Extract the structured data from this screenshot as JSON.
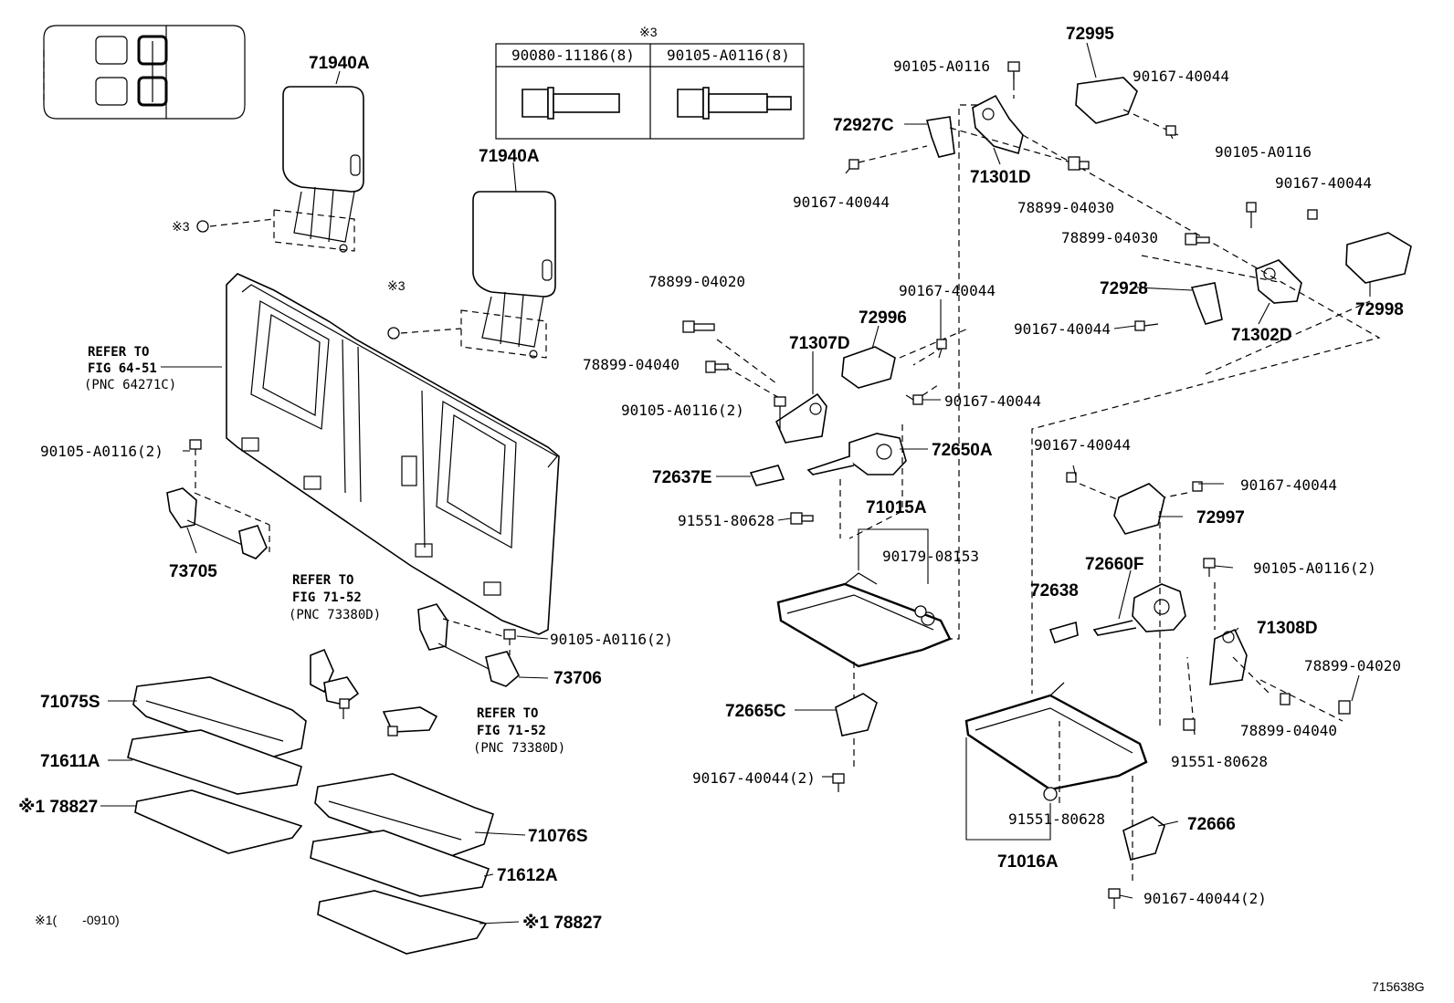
{
  "diagram_id": "715638G",
  "inset_table": {
    "mark": "※3",
    "col1": "90080-11186(8)",
    "col2": "90105-A0116(8)"
  },
  "notes": {
    "footnote": "※1(　　-0910)",
    "mark3": "※3"
  },
  "refer": {
    "a_line1": "REFER TO",
    "a_line2": "FIG 64-51",
    "a_line3": "(PNC 64271C)",
    "b_line1": "REFER TO",
    "b_line2": "FIG 71-52",
    "b_line3": "(PNC 73380D)",
    "c_line1": "REFER TO",
    "c_line2": "FIG 71-52",
    "c_line3": "(PNC 73380D)"
  },
  "parts": {
    "p71940A_a": "71940A",
    "p71940A_b": "71940A",
    "b90105_2a": "90105-A0116(2)",
    "p73705": "73705",
    "b90105_2b": "90105-A0116(2)",
    "p73706": "73706",
    "p71075S": "71075S",
    "p71611A": "71611A",
    "p78827a": "※1 78827",
    "p71076S": "71076S",
    "p71612A": "71612A",
    "p78827b": "※1 78827",
    "b78899_04020a": "78899-04020",
    "b78899_04040a": "78899-04040",
    "b90105_2c": "90105-A0116(2)",
    "p72637E": "72637E",
    "b91551a": "91551-80628",
    "p71307D": "71307D",
    "p72996": "72996",
    "b90167_40044a": "90167-40044",
    "b90167_40044b": "90167-40044",
    "p72650A": "72650A",
    "p71015A": "71015A",
    "b90179": "90179-08153",
    "p72665C": "72665C",
    "b90167_2a": "90167-40044(2)",
    "b90105_a0116a": "90105-A0116",
    "p72927C": "72927C",
    "b90167_40044c": "90167-40044",
    "p71301D": "71301D",
    "b78899_04030a": "78899-04030",
    "p72995": "72995",
    "b90167_40044d": "90167-40044",
    "b90105_a0116b": "90105-A0116",
    "b90167_40044e": "90167-40044",
    "b78899_04030b": "78899-04030",
    "p72928": "72928",
    "b90167_40044f": "90167-40044",
    "p71302D": "71302D",
    "p72998": "72998",
    "b90167_40044g": "90167-40044",
    "b90167_40044h": "90167-40044",
    "p72997": "72997",
    "p72660F": "72660F",
    "p72638": "72638",
    "b90105_2d": "90105-A0116(2)",
    "p71308D": "71308D",
    "b78899_04020b": "78899-04020",
    "b78899_04040b": "78899-04040",
    "b91551b": "91551-80628",
    "b91551c": "91551-80628",
    "p72666": "72666",
    "p71016A": "71016A",
    "b90167_2b": "90167-40044(2)"
  }
}
